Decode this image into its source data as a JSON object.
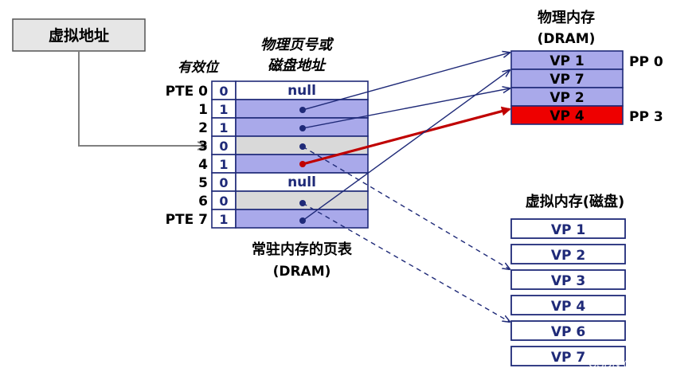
{
  "virtual_address": {
    "label": "虚拟地址"
  },
  "page_table": {
    "header_valid": "有效位",
    "header_addr_line1": "物理页号或",
    "header_addr_line2": "磁盘地址",
    "caption_line1": "常驻内存的页表",
    "caption_line2": "(DRAM)",
    "rows": [
      {
        "label": "PTE 0",
        "valid": "0",
        "addr": "null"
      },
      {
        "label": "1",
        "valid": "1",
        "addr": ""
      },
      {
        "label": "2",
        "valid": "1",
        "addr": ""
      },
      {
        "label": "3",
        "valid": "0",
        "addr": ""
      },
      {
        "label": "4",
        "valid": "1",
        "addr": ""
      },
      {
        "label": "5",
        "valid": "0",
        "addr": "null"
      },
      {
        "label": "6",
        "valid": "0",
        "addr": ""
      },
      {
        "label": "PTE 7",
        "valid": "1",
        "addr": ""
      }
    ]
  },
  "physical_memory": {
    "title_line1": "物理内存",
    "title_line2": "(DRAM)",
    "pages": [
      "VP 1",
      "VP 7",
      "VP 2",
      "VP 4"
    ],
    "pp_labels": [
      "PP 0",
      "PP 3"
    ]
  },
  "virtual_memory": {
    "title": "虚拟内存(磁盘)",
    "pages": [
      "VP 1",
      "VP 2",
      "VP 3",
      "VP 4",
      "VP 6",
      "VP 7"
    ]
  },
  "watermark": "CSDN @huiyeruzhou",
  "colors": {
    "navy": "#1f2a78",
    "valid_fill": "#a9a9ea",
    "invalid_fill": "#d9d9d9",
    "highlight": "#ee0000",
    "highlight_arrow": "#c00000",
    "gray_arrow": "#808080"
  }
}
